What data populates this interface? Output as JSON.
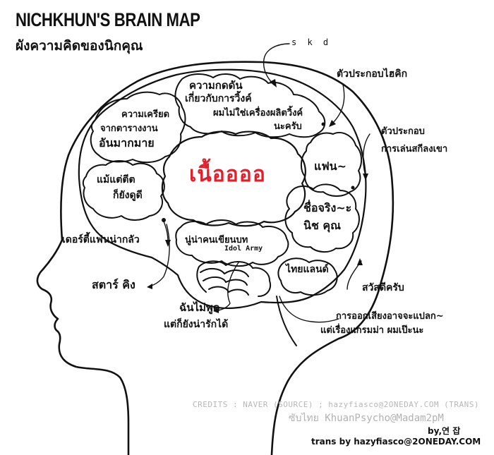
{
  "header": {
    "title": "NICHKHUN'S BRAIN MAP",
    "subtitle": "ผังความคิดของนิกคุณ"
  },
  "center_label": "เนื้ออออ",
  "regions": {
    "thought_top_1": "ความกดดัน",
    "thought_top_2": "เกี่ยวกับการวิ้งค์",
    "thought_top_3": "ผมไม่ใช่เครื่องผลิตวิ้งค์",
    "thought_top_4": "นะครับ",
    "stress_1": "ความเครียด",
    "stress_2": "จากตารางงาน",
    "stress_3": "อันมากมาย",
    "dark_1": "แม้แต่ตีต",
    "dark_2": "ก็ยังดูดี",
    "fan": "แฟน~",
    "name_1": "ชื่อจริง~ะ",
    "name_2": "นิช คุณ",
    "script_1": "นู่น่าคนเขียนบท",
    "script_2": "Idol Army",
    "thailand": "ไทยแลนด์"
  },
  "callouts": {
    "skd": "s k d",
    "chic_part": "ตัวประกอบไฮคิก",
    "comedy_part_1": "ตัวประกอบ",
    "comedy_part_2": "การเล่นสกีลงเขา",
    "dirty_fan": "เดอร์ตี้แฟนน่ากลัว",
    "star_king": "สตาร์ คิง",
    "quiet_1": "ฉันไม่พูด",
    "quiet_2": "แต่ก็ยังน่ารักได้",
    "hello": "สวัสดีครับ",
    "accent_1": "การออกเสียงอาจจะแปลก~",
    "accent_2": "แต่เรื่องแกรมม่า ผมเป๊ะนะ"
  },
  "credits": {
    "line1": "CREDITS : NAVER (SOURCE) ; hazyfiasco@2ONEDAY.COM (TRANS)",
    "line2": "ซับไทย KhuanPsycho@Madam2pM",
    "line3": "by,연 잡",
    "line4": "trans by hazyfiasco@2ONEDAY.COM"
  },
  "colors": {
    "accent": "#e0202a",
    "ink": "#111111",
    "credit_gray": "#b7b7b7"
  }
}
